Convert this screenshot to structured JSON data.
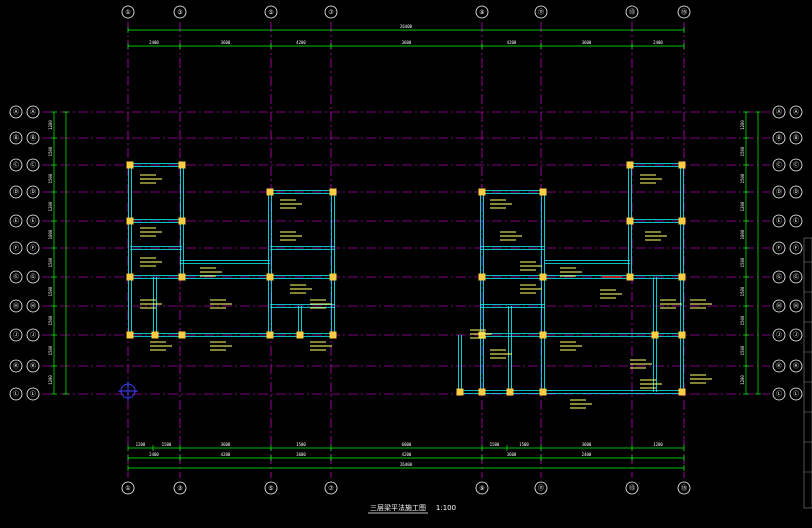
{
  "drawing": {
    "title": "三层梁平法施工图",
    "scale": "1:100",
    "axes_top": [
      "①",
      "③",
      "⑤",
      "⑦",
      "⑨",
      "⑪",
      "⑬",
      "⑮"
    ],
    "axes_bottom": [
      "①",
      "③",
      "⑤",
      "⑦",
      "⑨",
      "⑪",
      "⑬",
      "⑮"
    ],
    "axes_left": [
      "Ⓐ",
      "Ⓑ",
      "Ⓒ",
      "Ⓓ",
      "Ⓔ",
      "Ⓕ",
      "Ⓖ",
      "Ⓗ",
      "Ⓙ",
      "Ⓚ",
      "Ⓛ"
    ],
    "axes_right": [
      "Ⓐ",
      "Ⓑ",
      "Ⓒ",
      "Ⓓ",
      "Ⓔ",
      "Ⓕ",
      "Ⓖ",
      "Ⓗ",
      "Ⓙ",
      "Ⓚ",
      "Ⓛ"
    ],
    "top_dim_total": "26400",
    "top_dim_row2": [
      "2400",
      "3600",
      "4200",
      "3600",
      "4200",
      "3600",
      "2400"
    ],
    "bottom_dim_row1": [
      "1200",
      "1500",
      "3600",
      "1500",
      "6000",
      "1500",
      "1500",
      "3600",
      "1200"
    ],
    "bottom_dim_row2": [
      "2400",
      "4200",
      "3600",
      "4200",
      "3600",
      "2400"
    ],
    "bottom_dim_total": "26400",
    "side_dims_left": [
      "1200",
      "1500",
      "1500",
      "1200",
      "1800",
      "1500",
      "1500",
      "1500",
      "1500",
      "1200"
    ],
    "side_dims_right": [
      "1200",
      "1500",
      "1500",
      "1200",
      "1800",
      "1500",
      "1500",
      "1500",
      "1500",
      "1200"
    ],
    "colors": {
      "background": "#000000",
      "axis": "#ff00ff",
      "dimension": "#00ff00",
      "beam": "#00ffff",
      "column": "#ffcc44",
      "annotation": "#ffff66",
      "text": "#ffffff"
    }
  }
}
